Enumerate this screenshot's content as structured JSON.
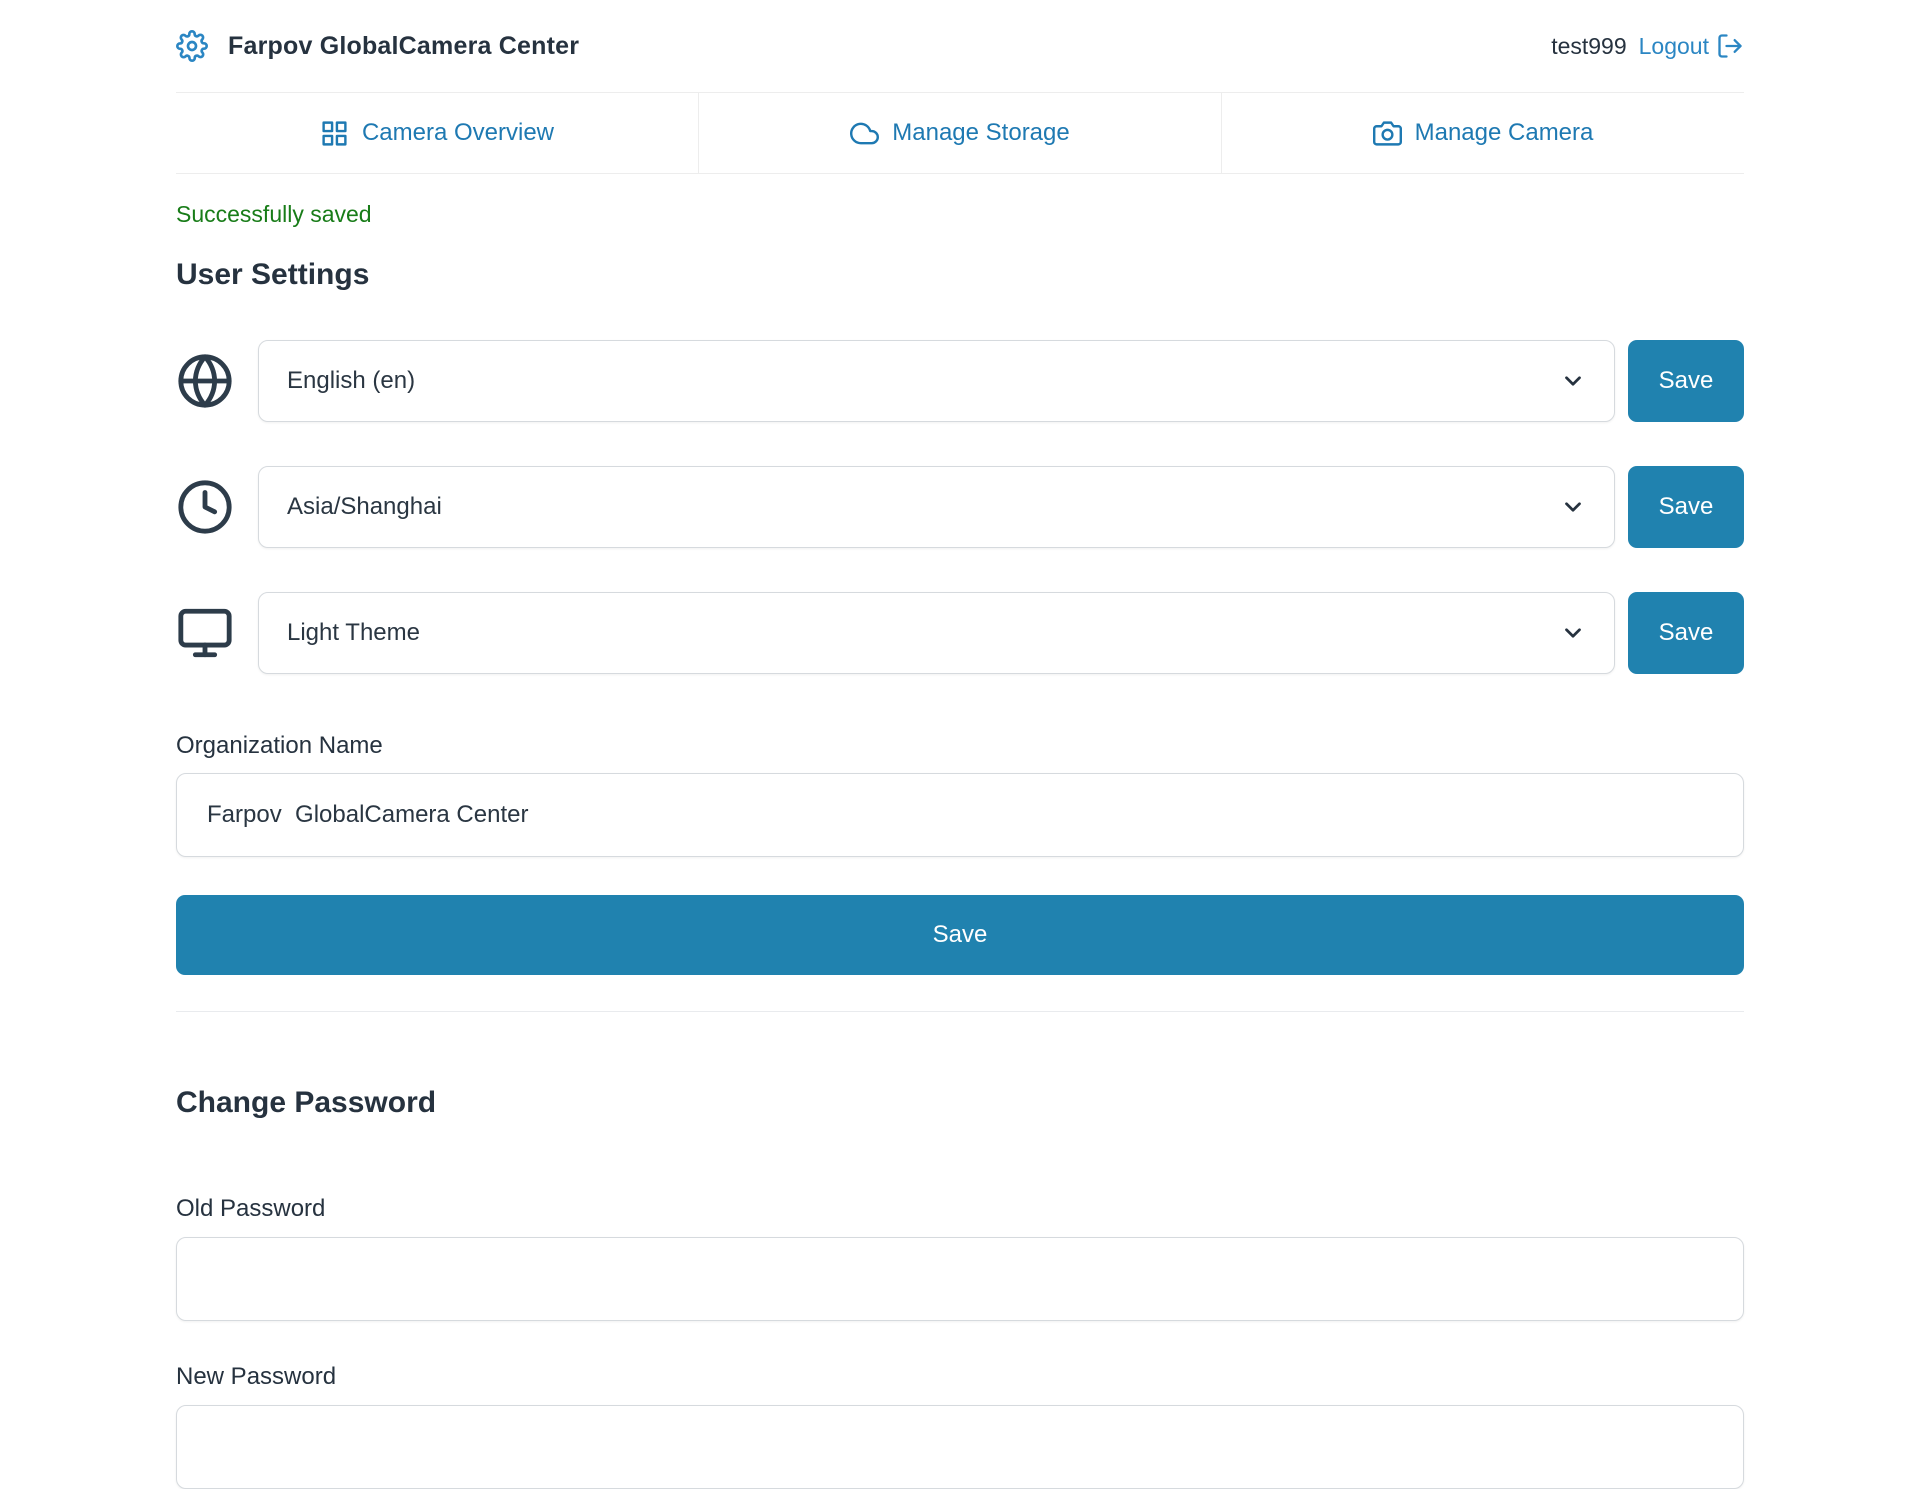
{
  "header": {
    "title": "Farpov GlobalCamera Center",
    "username": "test999",
    "logout_label": "Logout",
    "gear_icon": "gear-icon",
    "logout_icon": "logout-icon"
  },
  "tabs": [
    {
      "label": "Camera Overview",
      "icon": "grid-icon"
    },
    {
      "label": "Manage Storage",
      "icon": "cloud-icon"
    },
    {
      "label": "Manage Camera",
      "icon": "camera-icon"
    }
  ],
  "main": {
    "status_message": "Successfully saved",
    "section_title": "User Settings",
    "settings_rows": [
      {
        "icon": "globe-icon",
        "value": "English (en)",
        "save_label": "Save"
      },
      {
        "icon": "clock-icon",
        "value": "Asia/Shanghai",
        "save_label": "Save"
      },
      {
        "icon": "monitor-icon",
        "value": "Light Theme",
        "save_label": "Save"
      }
    ],
    "organization": {
      "label": "Organization Name",
      "value": "Farpov  GlobalCamera Center"
    },
    "save_button_label": "Save",
    "password_section": {
      "title": "Change Password",
      "old_password_label": "Old Password",
      "old_password_value": "",
      "new_password_label": "New Password",
      "new_password_value": ""
    }
  },
  "colors": {
    "accent_blue": "#1e79b2",
    "link_blue": "#2b86c3",
    "save_button_blue": "#2082af",
    "success_green": "#187c18",
    "dark_text": "#26323f",
    "input_border": "#d6dade"
  }
}
